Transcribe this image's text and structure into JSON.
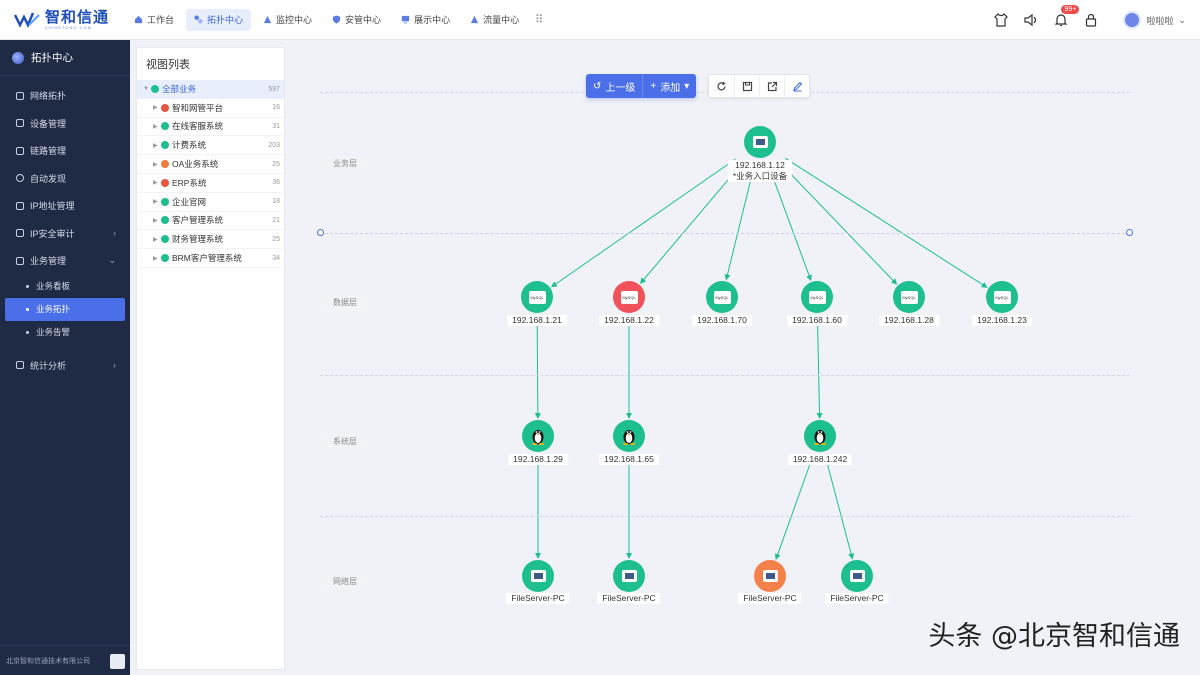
{
  "topbar": {
    "logo_name": "智和信通",
    "logo_sub": "ZHIHETONG.COM",
    "nav": [
      {
        "label": "工作台",
        "active": false
      },
      {
        "label": "拓扑中心",
        "active": true
      },
      {
        "label": "监控中心",
        "active": false
      },
      {
        "label": "安管中心",
        "active": false
      },
      {
        "label": "展示中心",
        "active": false
      },
      {
        "label": "流量中心",
        "active": false
      }
    ],
    "notification_count": "99+",
    "username": "啦啦啦"
  },
  "sidebar": {
    "title": "拓扑中心",
    "items": [
      {
        "label": "网络拓扑"
      },
      {
        "label": "设备管理"
      },
      {
        "label": "链路管理"
      },
      {
        "label": "自动发现"
      },
      {
        "label": "IP地址管理"
      },
      {
        "label": "IP安全审计",
        "arrow": "›"
      },
      {
        "label": "业务管理",
        "arrow": "⌄"
      }
    ],
    "subitems": [
      {
        "label": "业务看板",
        "active": false
      },
      {
        "label": "业务拓扑",
        "active": true
      },
      {
        "label": "业务告警",
        "active": false
      }
    ],
    "last_item": {
      "label": "统计分析",
      "arrow": "›"
    },
    "footer": "北京智和信通技术有限公司"
  },
  "viewlist": {
    "title": "视图列表",
    "root": {
      "label": "全部业务",
      "count": "597"
    },
    "rows": [
      {
        "label": "智和网管平台",
        "count": "16",
        "color": "#e8553d"
      },
      {
        "label": "在线客服系统",
        "count": "31",
        "color": "#1dbf8f"
      },
      {
        "label": "计费系统",
        "count": "203",
        "color": "#1dbf8f"
      },
      {
        "label": "OA业务系统",
        "count": "25",
        "color": "#f07c3d"
      },
      {
        "label": "ERP系统",
        "count": "36",
        "color": "#e8553d"
      },
      {
        "label": "企业官网",
        "count": "18",
        "color": "#1dbf8f"
      },
      {
        "label": "客户管理系统",
        "count": "21",
        "color": "#1dbf8f"
      },
      {
        "label": "财务管理系统",
        "count": "25",
        "color": "#1dbf8f"
      },
      {
        "label": "BRM客户管理系统",
        "count": "34",
        "color": "#1dbf8f"
      }
    ]
  },
  "toolbar": {
    "back_label": "上一级",
    "add_label": "添加"
  },
  "layers": [
    "业务层",
    "数据层",
    "系统层",
    "网络层"
  ],
  "colors": {
    "green": "#1dbf8f",
    "red": "#f0515a",
    "orange": "#f5804a",
    "accent": "#4a6fe8"
  },
  "topology": {
    "root": {
      "ip": "192.168.1.12",
      "desc": "*业务入口设备"
    },
    "data": [
      {
        "ip": "192.168.1.21",
        "status": "green"
      },
      {
        "ip": "192.168.1.22",
        "status": "red"
      },
      {
        "ip": "192.168.1.70",
        "status": "green"
      },
      {
        "ip": "192.168.1.60",
        "status": "green"
      },
      {
        "ip": "192.168.1.28",
        "status": "green"
      },
      {
        "ip": "192.168.1.23",
        "status": "green"
      }
    ],
    "system": [
      {
        "ip": "192.168.1.29",
        "status": "green"
      },
      {
        "ip": "192.168.1.65",
        "status": "green"
      },
      {
        "ip": "192.168.1.242",
        "status": "green"
      }
    ],
    "network": [
      {
        "label": "FileServer-PC",
        "status": "green"
      },
      {
        "label": "FileServer-PC",
        "status": "green"
      },
      {
        "label": "FileServer-PC",
        "status": "orange"
      },
      {
        "label": "FileServer-PC",
        "status": "green"
      }
    ]
  },
  "watermark": "头条 @北京智和信通"
}
